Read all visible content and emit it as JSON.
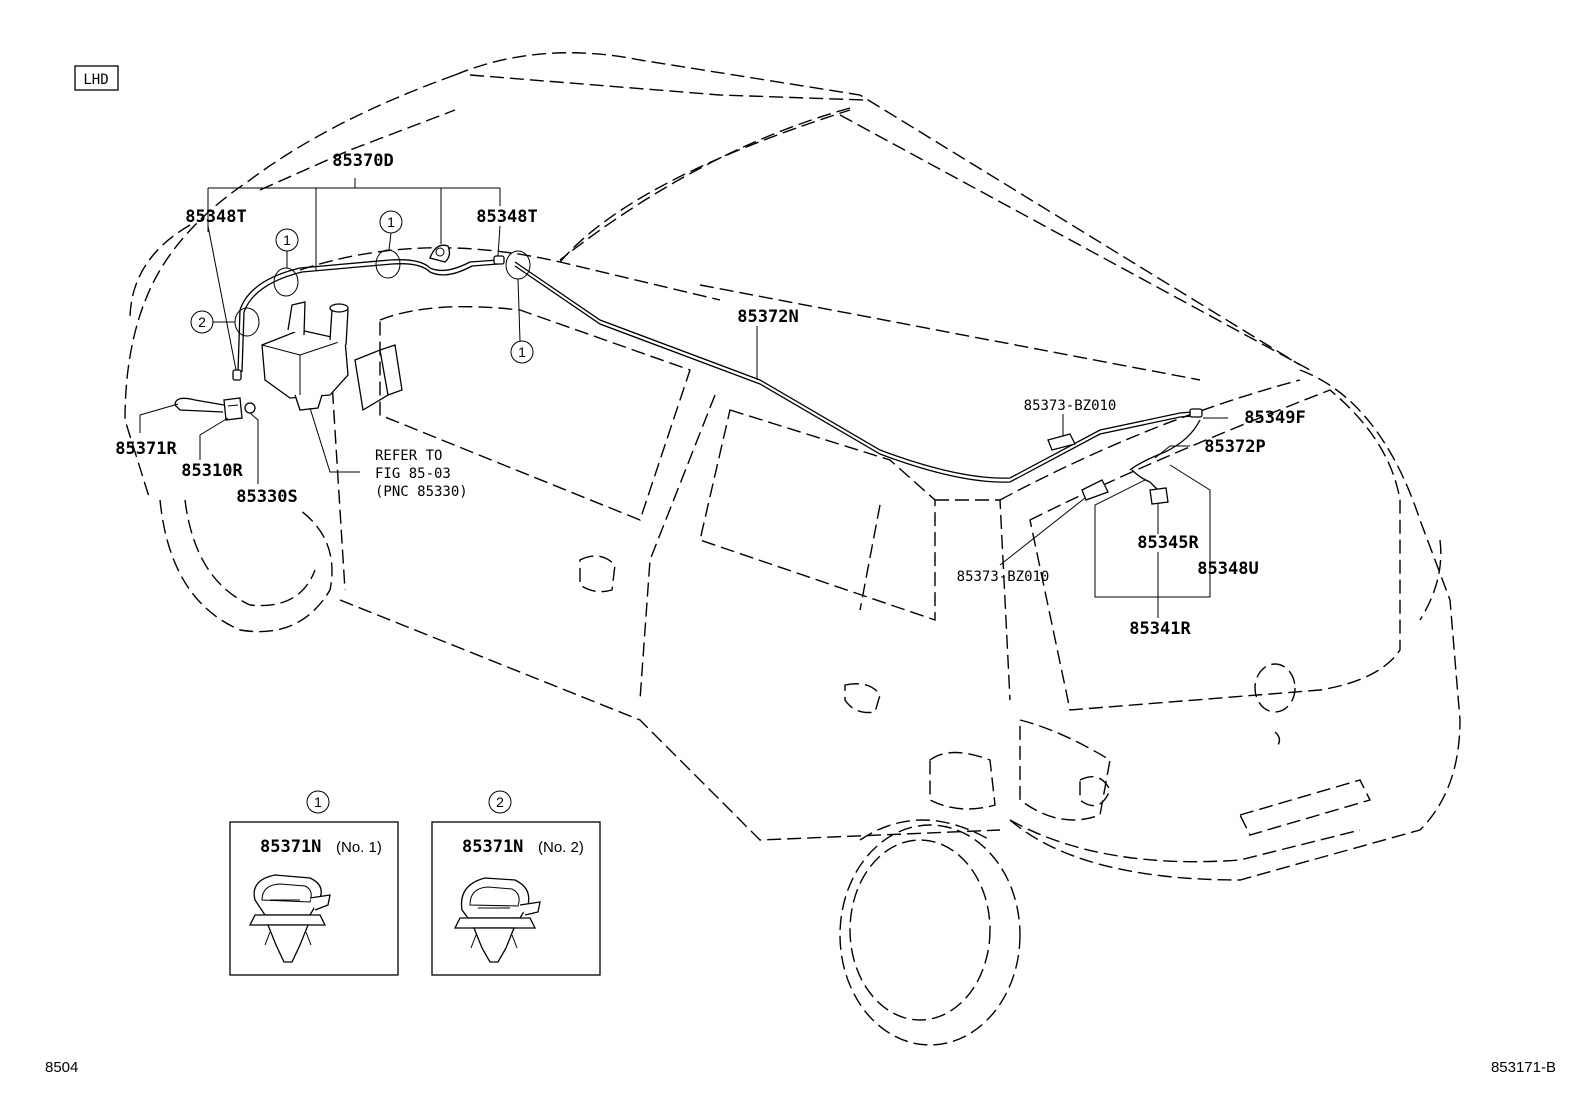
{
  "diagram": {
    "variant_tag": "LHD",
    "footer_left": "8504",
    "footer_right": "853171-B",
    "callouts": {
      "c1a": "1",
      "c1b": "1",
      "c1c": "1",
      "c2": "2"
    },
    "labels": {
      "p85370D": "85370D",
      "p85348T_left": "85348T",
      "p85348T_right": "85348T",
      "p85372N": "85372N",
      "p85371R": "85371R",
      "p85310R": "85310R",
      "p85330S": "85330S",
      "refer_line1": "REFER TO",
      "refer_line2": "FIG 85-03",
      "refer_line3": "(PNC 85330)",
      "p85373_top": "85373-BZ010",
      "p85373_bottom": "85373-BZ010",
      "p85349F": "85349F",
      "p85372P": "85372P",
      "p85345R": "85345R",
      "p85348U": "85348U",
      "p85341R": "85341R"
    },
    "detail_boxes": [
      {
        "callout": "1",
        "part": "85371N",
        "note": "(No. 1)"
      },
      {
        "callout": "2",
        "part": "85371N",
        "note": "(No. 2)"
      }
    ]
  }
}
